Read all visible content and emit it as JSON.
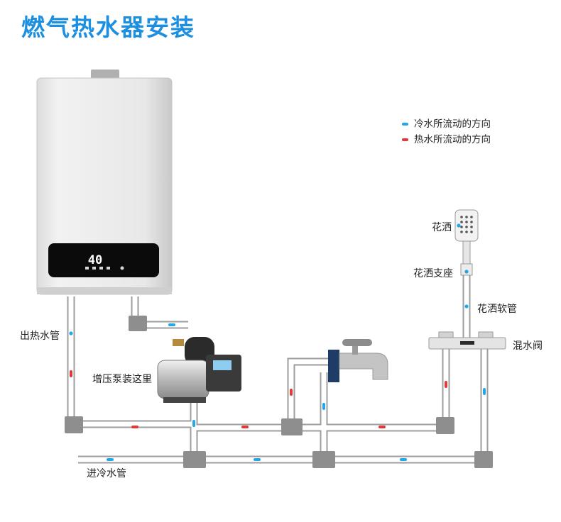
{
  "title": "燃气热水器安装",
  "legend": [
    {
      "label": "冷水所流动的方向",
      "color": "#23a7e6"
    },
    {
      "label": "热水所流动的方向",
      "color": "#e23a3a"
    }
  ],
  "labels": {
    "hot_out_pipe": "出热水管",
    "booster_pump": "增压泵装这里",
    "cold_in_pipe": "进冷水管",
    "shower_head": "花洒",
    "shower_mount": "花洒支座",
    "shower_hose": "花洒软管",
    "mixing_valve": "混水阀"
  },
  "heater_display": "40"
}
